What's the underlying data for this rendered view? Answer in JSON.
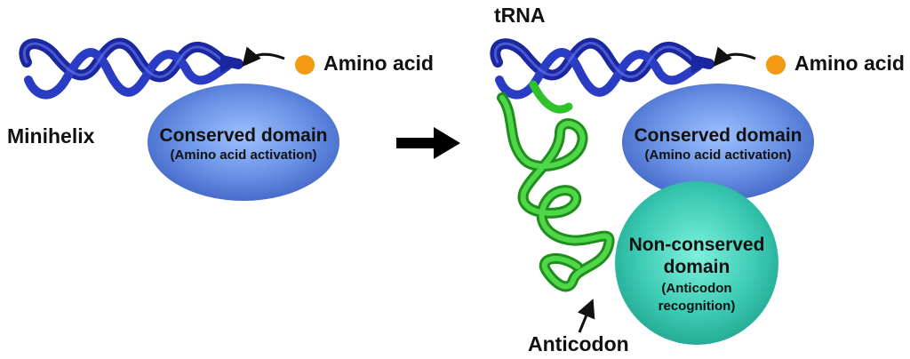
{
  "left": {
    "name": "Minihelix",
    "amino_acid": "Amino acid",
    "conserved": {
      "title": "Conserved domain",
      "sub": "(Amino acid activation)"
    }
  },
  "right": {
    "name": "tRNA",
    "amino_acid": "Amino acid",
    "conserved": {
      "title": "Conserved domain",
      "sub": "(Amino acid activation)"
    },
    "nonconserved": {
      "line1": "Non-conserved",
      "line2": "domain",
      "line3": "(Anticodon",
      "line4": "recognition)"
    },
    "anticodon": "Anticodon"
  },
  "colors": {
    "helix_blue": "#1f2fb0",
    "helix_green": "#2fc12a",
    "amino_orange": "#f39a12",
    "conserved_blue": "#5b86dc",
    "nonconserved_teal": "#35c9b0"
  }
}
